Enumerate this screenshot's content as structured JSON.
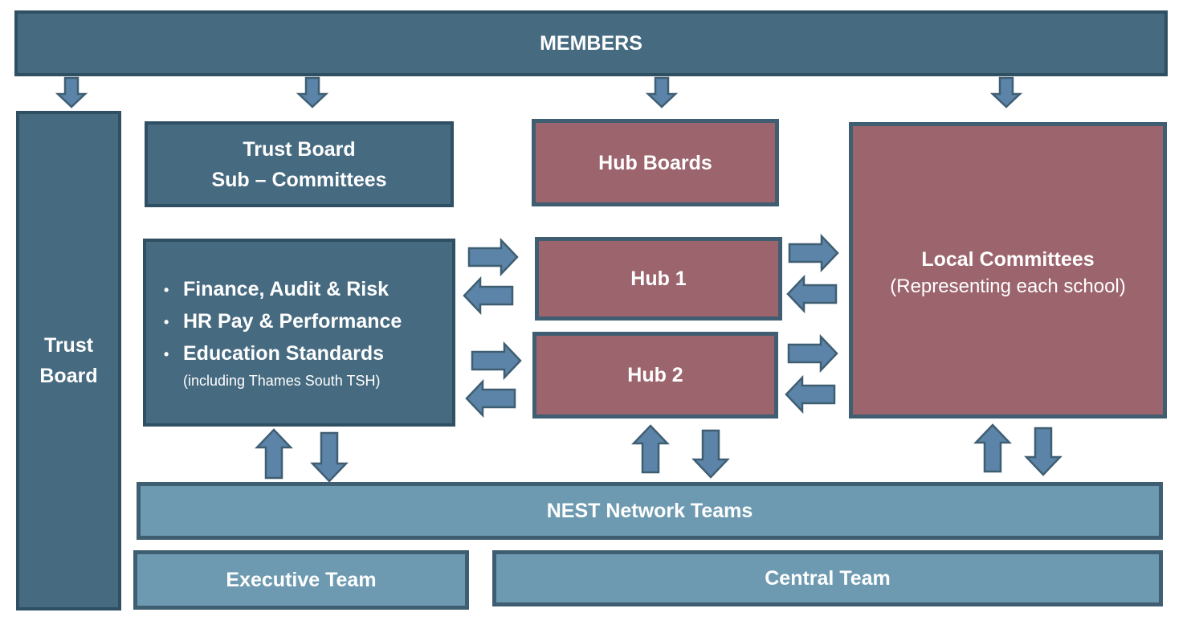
{
  "members": "MEMBERS",
  "trust_board": [
    "Trust",
    "Board"
  ],
  "sub_committees": [
    "Trust Board",
    "Sub – Committees"
  ],
  "hub_boards": "Hub Boards",
  "hub1": "Hub 1",
  "hub2": "Hub 2",
  "local_committees": {
    "title": "Local Committees",
    "subtitle": "(Representing each school)"
  },
  "committee_list": [
    "Finance, Audit & Risk",
    "HR Pay & Performance",
    "Education Standards"
  ],
  "committee_note": "(including Thames South TSH)",
  "bullet_glyph": "•",
  "nest_network_teams": "NEST Network Teams",
  "executive_team": "Executive Team",
  "central_team": "Central Team",
  "colors": {
    "dark_fill": "#466a80",
    "rose_fill": "#9c646d",
    "light_fill": "#6d9ab0",
    "border": "#3f5e72",
    "arrow_fill": "#5b84a8"
  }
}
